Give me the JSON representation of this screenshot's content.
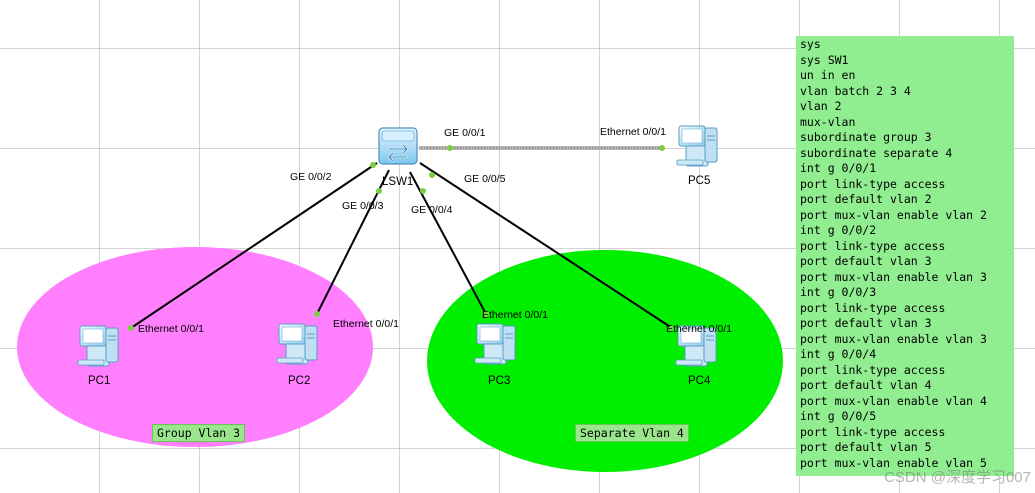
{
  "colors": {
    "group_zone": "#ff7fff",
    "separate_zone": "#00ee00",
    "cli_background": "#90ee90",
    "port_dot": "#7ccf3e",
    "link": "#000000"
  },
  "devices": {
    "switch": "LSW1",
    "pc1": "PC1",
    "pc2": "PC2",
    "pc3": "PC3",
    "pc4": "PC4",
    "pc5": "PC5"
  },
  "ports": {
    "sw_pc5": "GE 0/0/1",
    "sw_pc1": "GE 0/0/2",
    "sw_pc2": "GE 0/0/3",
    "sw_pc3": "GE 0/0/4",
    "sw_pc4": "GE 0/0/5",
    "pc1_eth": "Ethernet 0/0/1",
    "pc2_eth": "Ethernet 0/0/1",
    "pc3_eth": "Ethernet 0/0/1",
    "pc4_eth": "Ethernet 0/0/1",
    "pc5_eth": "Ethernet 0/0/1"
  },
  "zones": {
    "group": "Group Vlan 3",
    "separate": "Separate Vlan 4"
  },
  "icons": {
    "switch": "switch-icon",
    "pc": "pc-icon"
  },
  "cli": [
    "sys",
    "sys SW1",
    "un in en",
    "vlan batch 2 3 4",
    "vlan 2",
    "mux-vlan",
    "subordinate group 3",
    "subordinate separate 4",
    "int g 0/0/1",
    "port link-type access",
    "port default vlan 2",
    "port mux-vlan enable vlan 2",
    "int g 0/0/2",
    "port link-type access",
    "port default vlan 3",
    "port mux-vlan enable vlan 3",
    "int g 0/0/3",
    "port link-type access",
    "port default vlan 3",
    "port mux-vlan enable vlan 3",
    "int g 0/0/4",
    "port link-type access",
    "port default vlan 4",
    "port mux-vlan enable vlan 4",
    "int g 0/0/5",
    "port link-type access",
    "port default vlan 5",
    "port mux-vlan enable vlan 5"
  ],
  "watermark": "CSDN @深度学习007"
}
